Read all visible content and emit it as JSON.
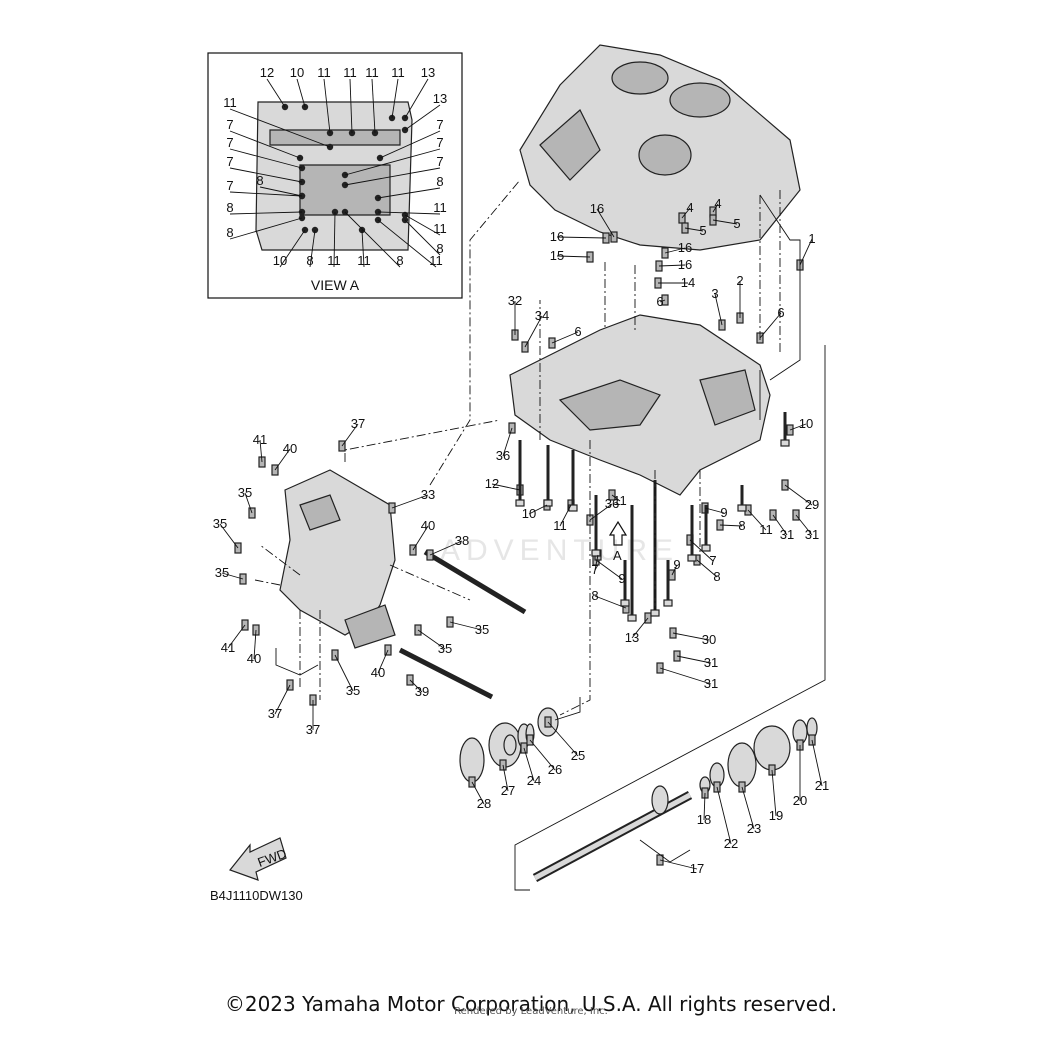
{
  "diagram": {
    "view_a_title": "VIEW A",
    "diagram_code": "B4J1110DW130",
    "fwd_label": "FWD",
    "view_a_arrow_label": "A",
    "watermark": "ADVENTURE",
    "copyright": "©2023 Yamaha Motor Corporation, U.S.A. All rights reserved.",
    "rendered_by": "Rendered by LeadVenture, Inc.",
    "view_a_callouts": [
      "12",
      "10",
      "11",
      "11",
      "11",
      "11",
      "13",
      "13",
      "11",
      "7",
      "7",
      "7",
      "7",
      "7",
      "7",
      "7",
      "8",
      "8",
      "11",
      "11",
      "8",
      "10",
      "8",
      "11",
      "11",
      "8",
      "11",
      "8",
      "8"
    ],
    "main_callouts": [
      "16",
      "16",
      "16",
      "16",
      "15",
      "14",
      "4",
      "4",
      "5",
      "5",
      "1",
      "2",
      "3",
      "6",
      "6",
      "6",
      "32",
      "34",
      "36",
      "36",
      "12",
      "10",
      "11",
      "10",
      "11",
      "11",
      "9",
      "9",
      "8",
      "8",
      "7",
      "7",
      "9",
      "8",
      "13",
      "29",
      "31",
      "31",
      "30",
      "31",
      "31",
      "37",
      "37",
      "37",
      "41",
      "40",
      "35",
      "35",
      "35",
      "33",
      "40",
      "38",
      "35",
      "35",
      "40",
      "41",
      "40",
      "35",
      "39",
      "28",
      "27",
      "24",
      "26",
      "25",
      "17",
      "18",
      "22",
      "23",
      "19",
      "20",
      "21"
    ]
  }
}
